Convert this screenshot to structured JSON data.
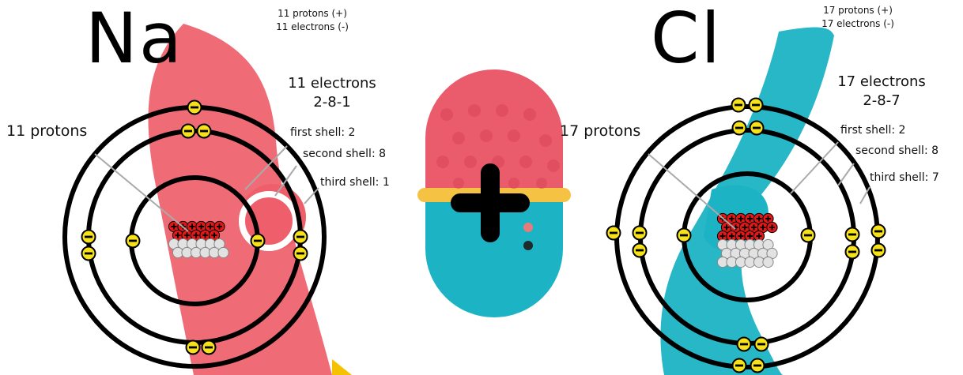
{
  "left_atom": {
    "symbol": "Na",
    "note_protons": "11 protons (+)",
    "note_electrons": "11 electrons (-)",
    "electrons_title": "11 electrons",
    "configuration": "2-8-1",
    "protons_label": "11 protons",
    "first_shell": "first shell: 2",
    "second_shell": "second shell: 8",
    "third_shell": "third shell: 1",
    "shell_counts": [
      2,
      8,
      1
    ],
    "proton_count": 11,
    "neutron_count": 12
  },
  "right_atom": {
    "symbol": "Cl",
    "note_protons": "17 protons (+)",
    "note_electrons": "17 electrons (-)",
    "electrons_title": "17 electrons",
    "configuration": "2-8-7",
    "protons_label": "17 protons",
    "first_shell": "first shell: 2",
    "second_shell": "second shell: 8",
    "third_shell": "third shell: 7",
    "shell_counts": [
      2,
      8,
      7
    ],
    "proton_count": 17,
    "neutron_count": 18
  },
  "plus_icon": "plus-sign-icon",
  "colors": {
    "sodium_band": "#ee5f6b",
    "chlorine_band": "#1cb3c4",
    "electron": "#f7e21a",
    "proton": "#e01818",
    "neutron": "#e2e2e2",
    "capsule_top": "#ea5b6c",
    "capsule_bottom": "#1cb3c4",
    "capsule_belt": "#f6c244"
  }
}
